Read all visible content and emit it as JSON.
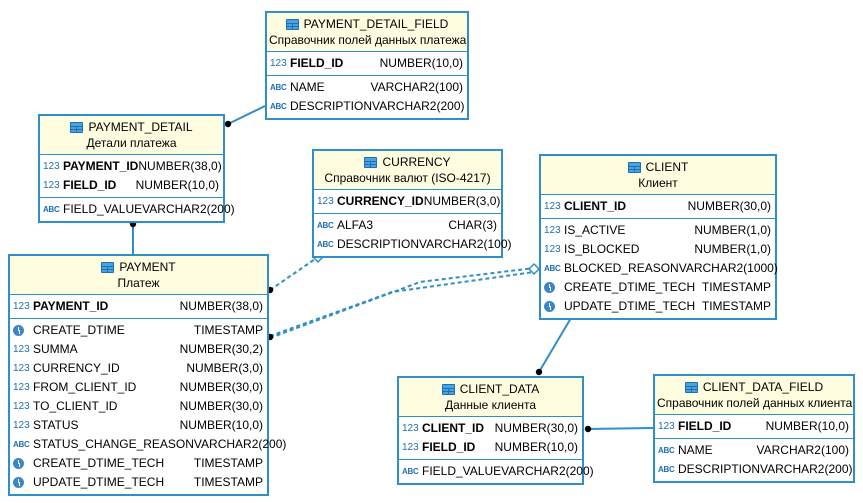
{
  "theme": {
    "border": "#2f8fc6",
    "header_bg": "#fffde0",
    "icon": "#1e6fb3"
  },
  "entities": {
    "payment_detail_field": {
      "name": "PAYMENT_DETAIL_FIELD",
      "comment": "Справочник полей данных платежа",
      "keys": [
        {
          "icon": "123",
          "name": "FIELD_ID",
          "type": "NUMBER(10,0)"
        }
      ],
      "columns": [
        {
          "icon": "ABC",
          "name": "NAME",
          "type": "VARCHAR2(100)"
        },
        {
          "icon": "ABC",
          "name": "DESCRIPTION",
          "type": "VARCHAR2(200)"
        }
      ]
    },
    "payment_detail": {
      "name": "PAYMENT_DETAIL",
      "comment": "Детали платежа",
      "keys": [
        {
          "icon": "123",
          "name": "PAYMENT_ID",
          "type": "NUMBER(38,0)"
        },
        {
          "icon": "123",
          "name": "FIELD_ID",
          "type": "NUMBER(10,0)"
        }
      ],
      "columns": [
        {
          "icon": "ABC",
          "name": "FIELD_VALUE",
          "type": "VARCHAR2(200)"
        }
      ]
    },
    "currency": {
      "name": "CURRENCY",
      "comment": "Справочник валют (ISO-4217)",
      "keys": [
        {
          "icon": "123",
          "name": "CURRENCY_ID",
          "type": "NUMBER(3,0)"
        }
      ],
      "columns": [
        {
          "icon": "ABC",
          "name": "ALFA3",
          "type": "CHAR(3)"
        },
        {
          "icon": "ABC",
          "name": "DESCRIPTION",
          "type": "VARCHAR2(100)"
        }
      ]
    },
    "client": {
      "name": "CLIENT",
      "comment": "Клиент",
      "keys": [
        {
          "icon": "123",
          "name": "CLIENT_ID",
          "type": "NUMBER(30,0)"
        }
      ],
      "columns": [
        {
          "icon": "123",
          "name": "IS_ACTIVE",
          "type": "NUMBER(1,0)"
        },
        {
          "icon": "123",
          "name": "IS_BLOCKED",
          "type": "NUMBER(1,0)"
        },
        {
          "icon": "ABC",
          "name": "BLOCKED_REASON",
          "type": "VARCHAR2(1000)"
        },
        {
          "icon": "clock",
          "name": "CREATE_DTIME_TECH",
          "type": "TIMESTAMP"
        },
        {
          "icon": "clock",
          "name": "UPDATE_DTIME_TECH",
          "type": "TIMESTAMP"
        }
      ]
    },
    "payment": {
      "name": "PAYMENT",
      "comment": "Платеж",
      "keys": [
        {
          "icon": "123",
          "name": "PAYMENT_ID",
          "type": "NUMBER(38,0)"
        }
      ],
      "columns": [
        {
          "icon": "clock",
          "name": "CREATE_DTIME",
          "type": "TIMESTAMP"
        },
        {
          "icon": "123",
          "name": "SUMMA",
          "type": "NUMBER(30,2)"
        },
        {
          "icon": "123",
          "name": "CURRENCY_ID",
          "type": "NUMBER(3,0)"
        },
        {
          "icon": "123",
          "name": "FROM_CLIENT_ID",
          "type": "NUMBER(30,0)"
        },
        {
          "icon": "123",
          "name": "TO_CLIENT_ID",
          "type": "NUMBER(30,0)"
        },
        {
          "icon": "123",
          "name": "STATUS",
          "type": "NUMBER(10,0)"
        },
        {
          "icon": "ABC",
          "name": "STATUS_CHANGE_REASON",
          "type": "VARCHAR2(200)"
        },
        {
          "icon": "clock",
          "name": "CREATE_DTIME_TECH",
          "type": "TIMESTAMP"
        },
        {
          "icon": "clock",
          "name": "UPDATE_DTIME_TECH",
          "type": "TIMESTAMP"
        }
      ]
    },
    "client_data": {
      "name": "CLIENT_DATA",
      "comment": "Данные клиента",
      "keys": [
        {
          "icon": "123",
          "name": "CLIENT_ID",
          "type": "NUMBER(30,0)"
        },
        {
          "icon": "123",
          "name": "FIELD_ID",
          "type": "NUMBER(10,0)"
        }
      ],
      "columns": [
        {
          "icon": "ABC",
          "name": "FIELD_VALUE",
          "type": "VARCHAR2(200)"
        }
      ]
    },
    "client_data_field": {
      "name": "CLIENT_DATA_FIELD",
      "comment": "Справочник полей данных клиента",
      "keys": [
        {
          "icon": "123",
          "name": "FIELD_ID",
          "type": "NUMBER(10,0)"
        }
      ],
      "columns": [
        {
          "icon": "ABC",
          "name": "NAME",
          "type": "VARCHAR2(100)"
        },
        {
          "icon": "ABC",
          "name": "DESCRIPTION",
          "type": "VARCHAR2(200)"
        }
      ]
    }
  },
  "relations": [
    {
      "from": "payment_detail",
      "to": "payment_detail_field",
      "style": "solid"
    },
    {
      "from": "payment_detail",
      "to": "payment",
      "style": "solid"
    },
    {
      "from": "payment",
      "to": "currency",
      "style": "dashed"
    },
    {
      "from": "payment",
      "to": "client",
      "style": "dashed"
    },
    {
      "from": "payment",
      "to": "client",
      "style": "dashed"
    },
    {
      "from": "client_data",
      "to": "client",
      "style": "solid"
    },
    {
      "from": "client_data",
      "to": "client_data_field",
      "style": "solid"
    }
  ]
}
